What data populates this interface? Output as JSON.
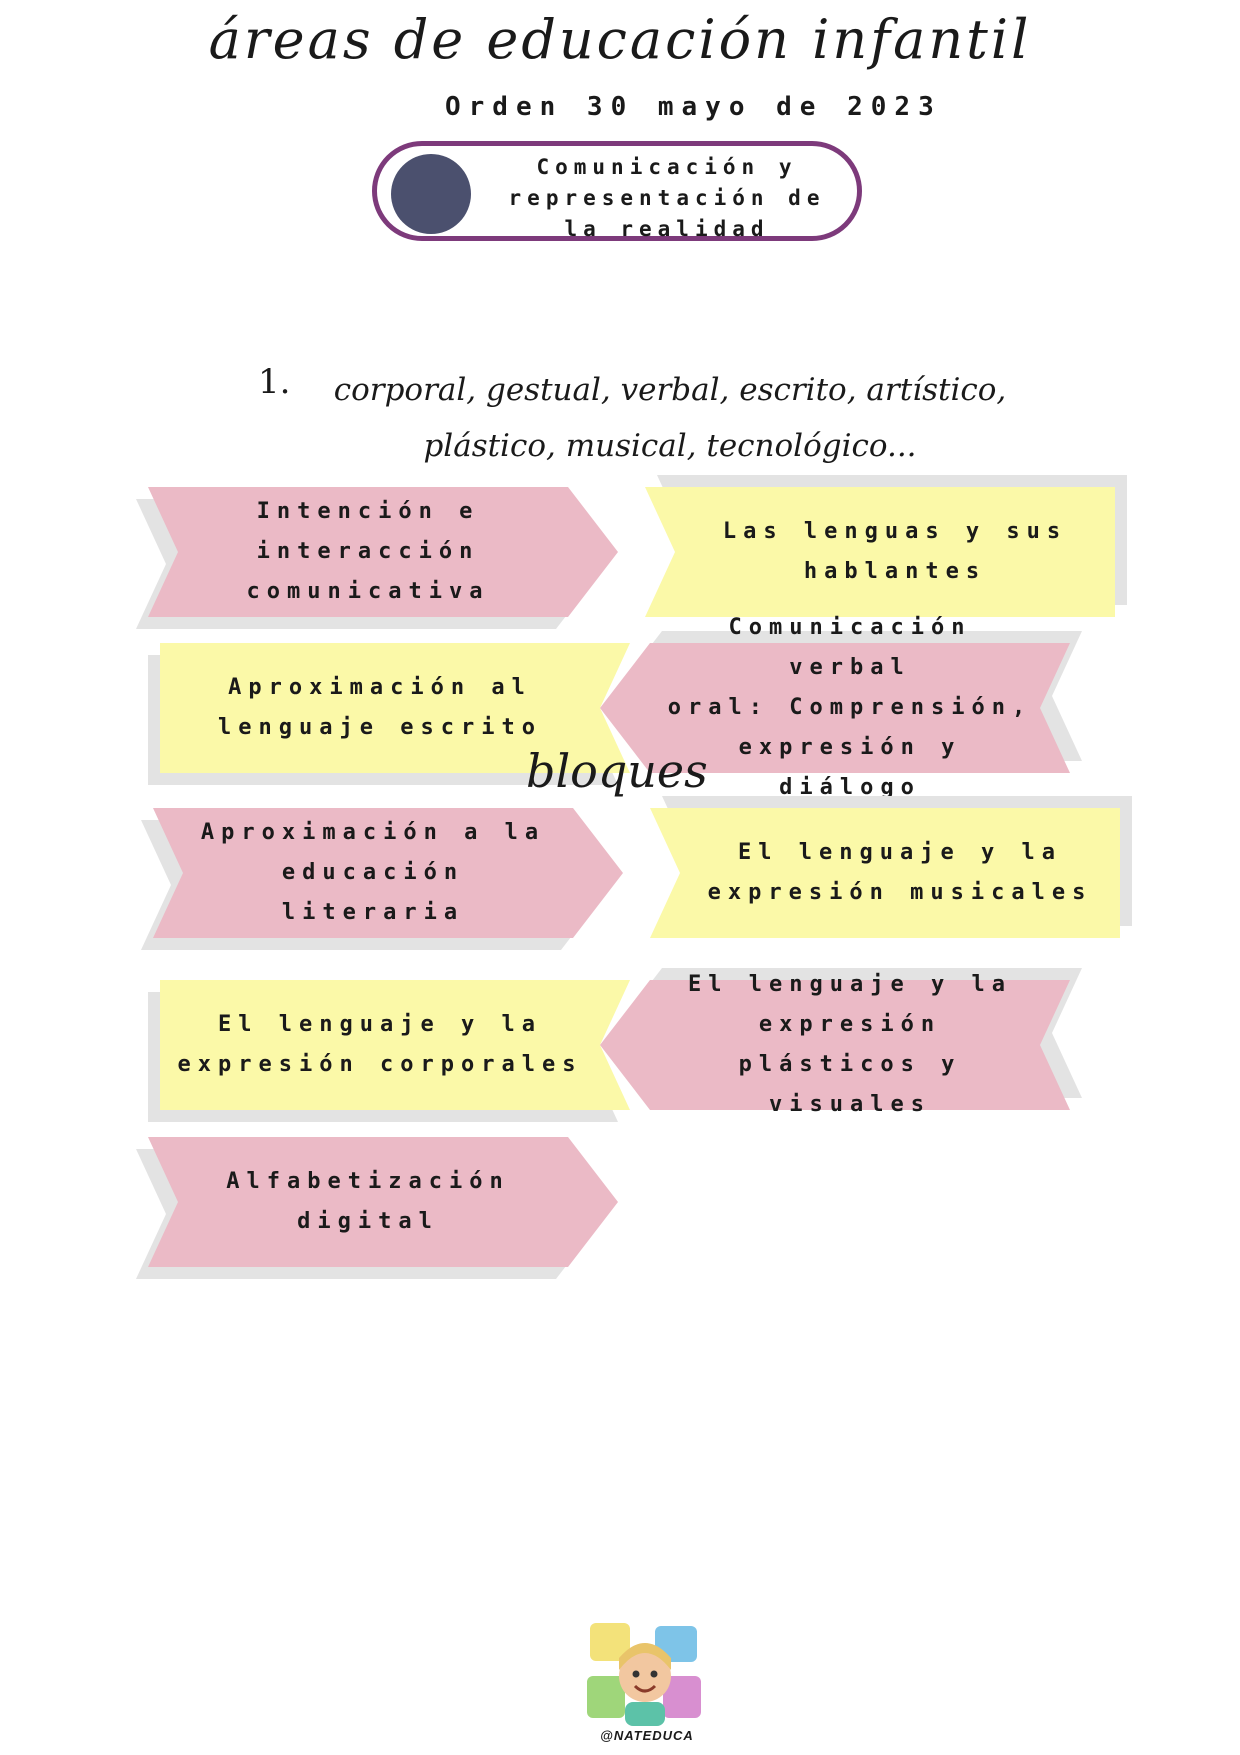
{
  "header": {
    "title": "áreas de educación infantil",
    "subtitle": "Orden 30 mayo de 2023"
  },
  "area": {
    "label": "Comunicación y representación de la realidad",
    "lines": [
      "Comunicación y",
      "representación de",
      "la realidad"
    ]
  },
  "languages_note": {
    "number": "1.",
    "lines": [
      "corporal, gestual, verbal, escrito, artístico,",
      "plástico, musical, tecnológico..."
    ]
  },
  "blocks_label": "bloques",
  "blocks": [
    {
      "lines": [
        "Intención e interacción",
        "comunicativa"
      ],
      "color": "#ebbac6",
      "shape": "arrow-right"
    },
    {
      "lines": [
        "Las lenguas y sus",
        "hablantes"
      ],
      "color": "#fbf9a8",
      "shape": "notch-left"
    },
    {
      "lines": [
        "Aproximación al",
        "lenguaje escrito"
      ],
      "color": "#fbf9a8",
      "shape": "notch-right"
    },
    {
      "lines": [
        "Comunicación verbal",
        "oral: Comprensión,",
        "expresión y diálogo"
      ],
      "color": "#ebbac6",
      "shape": "arrow-left"
    },
    {
      "lines": [
        "Aproximación a la",
        "educación literaria"
      ],
      "color": "#ebbac6",
      "shape": "arrow-right"
    },
    {
      "lines": [
        "El lenguaje y la",
        "expresión musicales"
      ],
      "color": "#fbf9a8",
      "shape": "notch-left"
    },
    {
      "lines": [
        "El lenguaje y la",
        "expresión corporales"
      ],
      "color": "#fbf9a8",
      "shape": "notch-right"
    },
    {
      "lines": [
        "El lenguaje y la",
        "expresión plásticos y",
        "visuales"
      ],
      "color": "#ebbac6",
      "shape": "arrow-left"
    },
    {
      "lines": [
        "Alfabetización digital"
      ],
      "color": "#ebbac6",
      "shape": "arrow-right"
    }
  ],
  "footer": {
    "logo_icon": "puzzle-avatar-icon",
    "handle": "@NATEDUCA"
  }
}
